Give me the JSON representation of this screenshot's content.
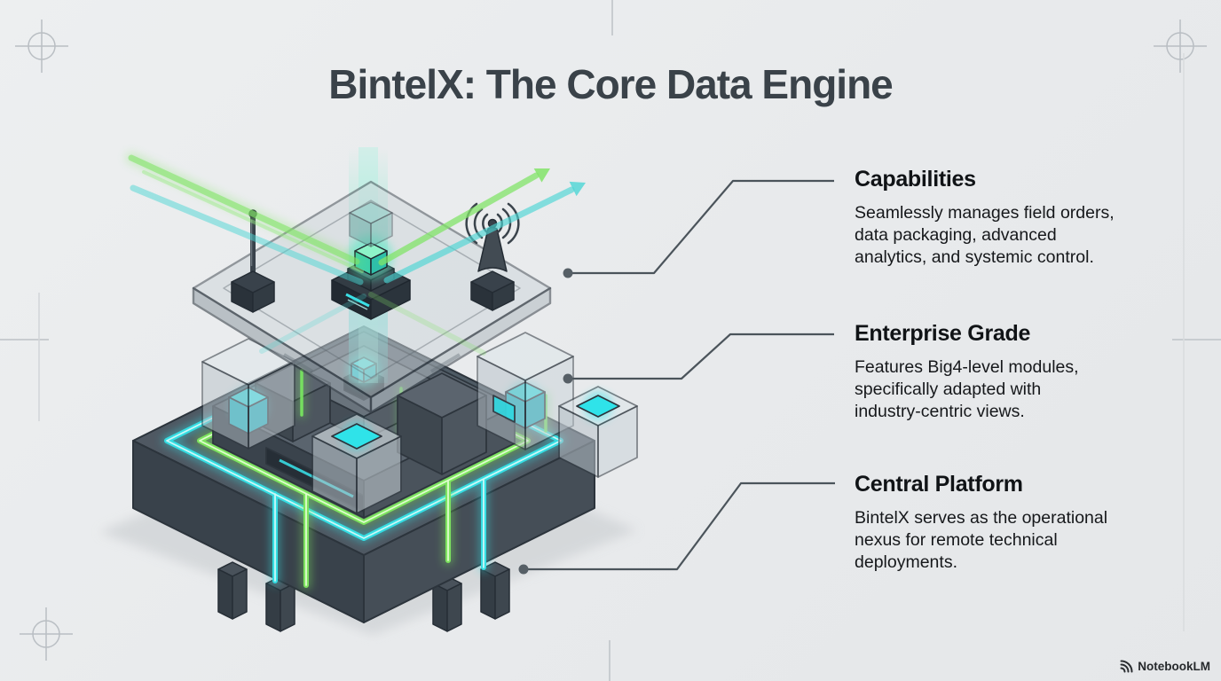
{
  "page": {
    "title": "BintelX: The Core Data Engine",
    "background_color": "#e9ebed",
    "title_color": "#3a4249"
  },
  "annotations": [
    {
      "heading": "Capabilities",
      "body": "Seamlessly manages field orders,\ndata packaging, advanced\nanalytics, and systemic control."
    },
    {
      "heading": "Enterprise Grade",
      "body": "Features Big4-level modules,\nspecifically adapted with\nindustry-centric views."
    },
    {
      "heading": "Central Platform",
      "body": "BintelX serves as the operational\nnexus for remote technical\ndeployments."
    }
  ],
  "illustration": {
    "icons": [
      "antenna-rod-icon",
      "cone-antenna-wifi-icon",
      "glowing-core-icon",
      "energy-beam-icon",
      "circuit-trace-icon",
      "data-flow-arrows-icon",
      "registration-mark-icon",
      "notebooklm-logo-icon"
    ],
    "accent_colors": {
      "cyan": "#34dde3",
      "green": "#7de35f",
      "teal_beam": "#5fe0c2",
      "slate_dark": "#39424b",
      "slate_mid": "#4f5862",
      "connector": "#4b545b"
    }
  },
  "watermark": {
    "label": "NotebookLM"
  }
}
